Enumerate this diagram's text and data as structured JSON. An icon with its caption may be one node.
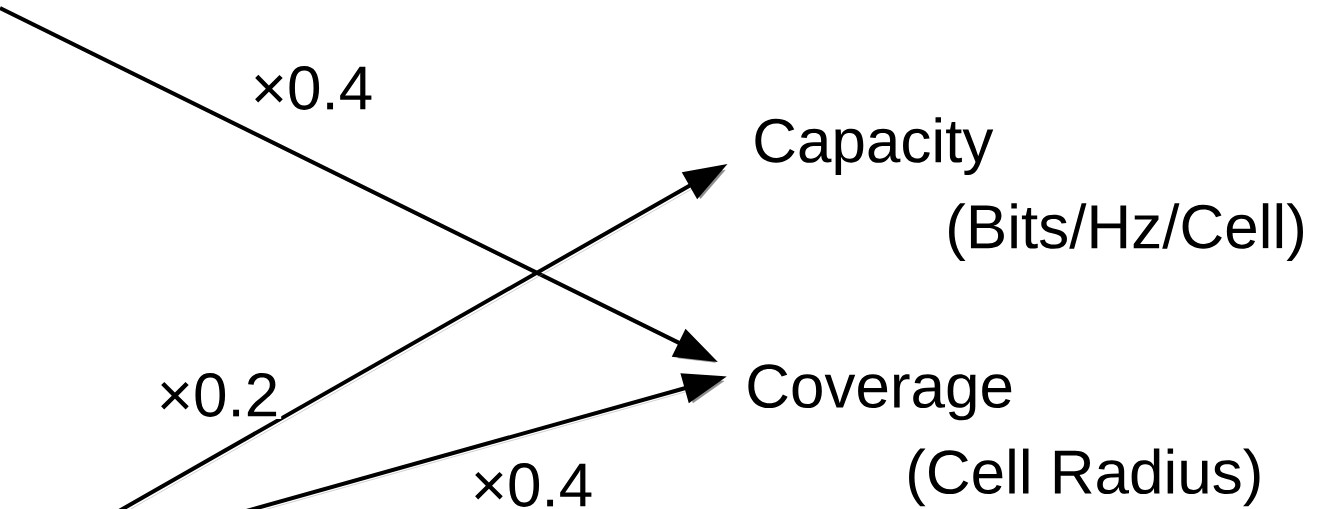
{
  "diagram": {
    "nodes": [
      {
        "text": [
          "Capacity",
          "(Bits/Hz/Cell)"
        ]
      },
      {
        "text": [
          "Coverage",
          "(Cell Radius)"
        ]
      }
    ],
    "edges": [
      {
        "from": null,
        "to": 1,
        "arrow": "to",
        "label": "×0.4"
      },
      {
        "from": null,
        "to": 0,
        "arrow": "to",
        "label": "×0.2"
      },
      {
        "from": null,
        "to": 1,
        "arrow": "to",
        "label": "×0.4"
      }
    ]
  }
}
